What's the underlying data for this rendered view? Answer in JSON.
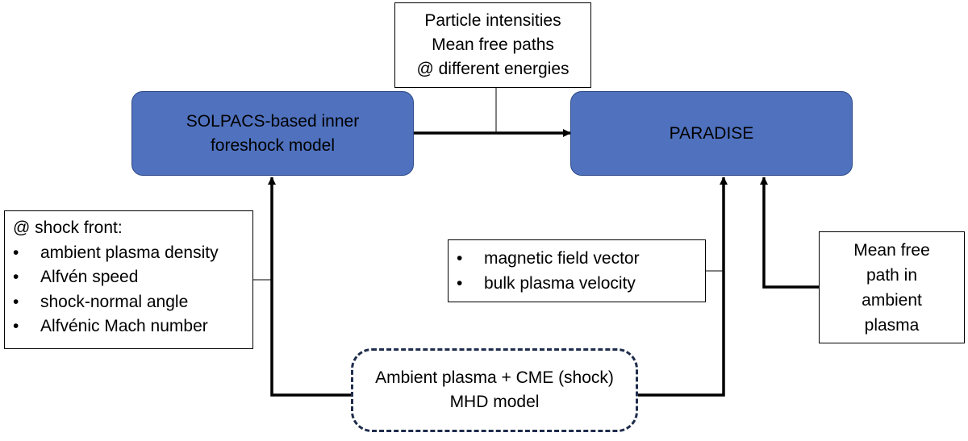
{
  "boxes": {
    "solpacs": {
      "lines": [
        "SOLPACS-based inner",
        "foreshock model"
      ]
    },
    "paradise": {
      "lines": [
        "PARADISE"
      ]
    },
    "particle_outputs": {
      "lines": [
        "Particle intensities",
        "Mean free paths",
        "@ different energies"
      ]
    },
    "shock_front": {
      "heading": "@ shock front:",
      "items": [
        "ambient plasma density",
        "Alfvén speed",
        "shock-normal angle",
        "Alfvénic Mach number"
      ]
    },
    "field_quantities": {
      "items": [
        "magnetic field vector",
        "bulk plasma velocity"
      ]
    },
    "mean_free_path": {
      "lines": [
        "Mean free",
        "path in",
        "ambient",
        "plasma"
      ]
    },
    "mhd_model": {
      "lines": [
        "Ambient plasma + CME (shock)",
        "MHD model"
      ]
    }
  },
  "colors": {
    "model_fill": "#4f71be",
    "model_border": "#2e4a86",
    "dashed_border": "#1f2d4d",
    "arrow": "#000000"
  }
}
